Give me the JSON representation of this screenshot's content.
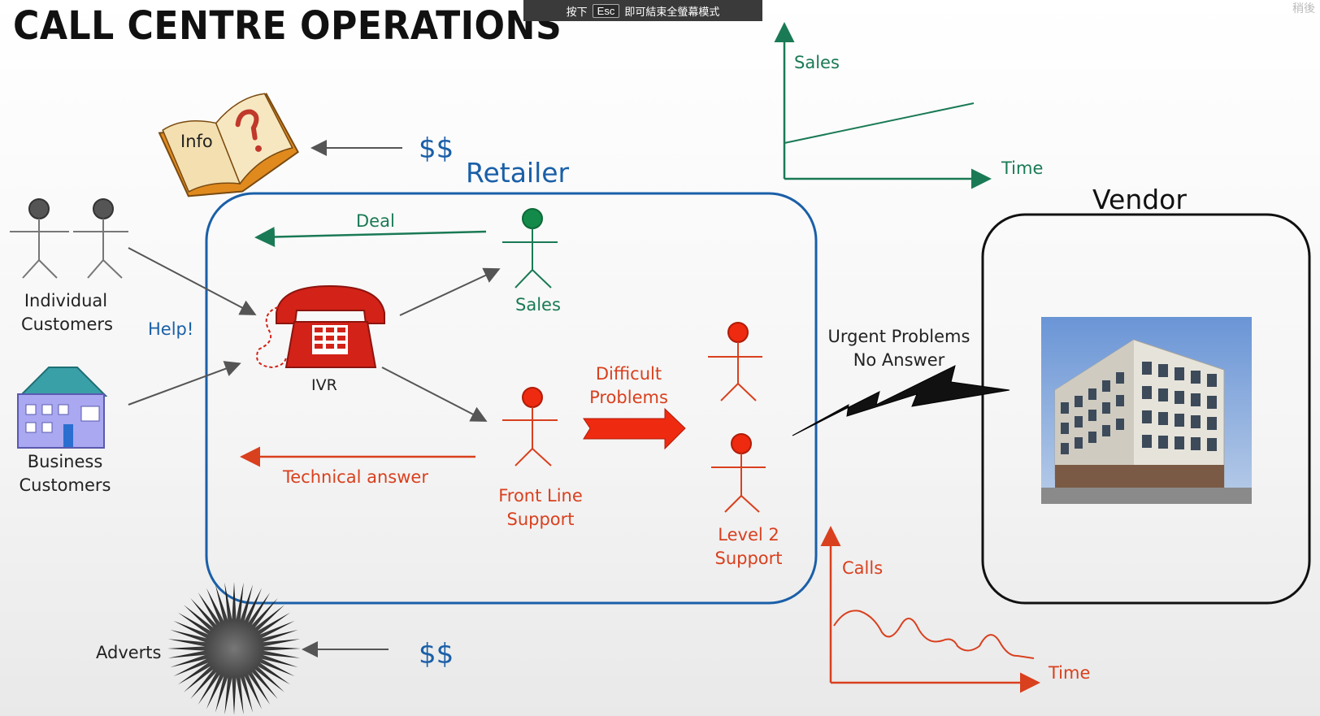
{
  "title": "CALL CENTRE OPERATIONS",
  "fullscreen_notice": {
    "prefix": "按下",
    "key": "Esc",
    "suffix": "即可結束全螢幕模式"
  },
  "corner_text": "稍後",
  "labels": {
    "info": "Info",
    "money_top": "$$",
    "money_bottom": "$$",
    "retailer": "Retailer",
    "vendor": "Vendor",
    "individual_line1": "Individual",
    "individual_line2": "Customers",
    "business_line1": "Business",
    "business_line2": "Customers",
    "help": "Help!",
    "deal": "Deal",
    "sales_agent": "Sales",
    "ivr": "IVR",
    "front_line_1": "Front Line",
    "front_line_2": "Support",
    "difficult_1": "Difficult",
    "difficult_2": "Problems",
    "level2_1": "Level 2",
    "level2_2": "Support",
    "technical_answer": "Technical answer",
    "urgent_1": "Urgent Problems",
    "urgent_2": "No Answer",
    "adverts": "Adverts"
  },
  "sales_chart": {
    "ylabel": "Sales",
    "xlabel": "Time"
  },
  "calls_chart": {
    "ylabel": "Calls",
    "xlabel": "Time"
  },
  "colors": {
    "green": "#1a7a55",
    "red": "#d9401e",
    "blue": "#1a5fa8",
    "dark": "#222222"
  }
}
